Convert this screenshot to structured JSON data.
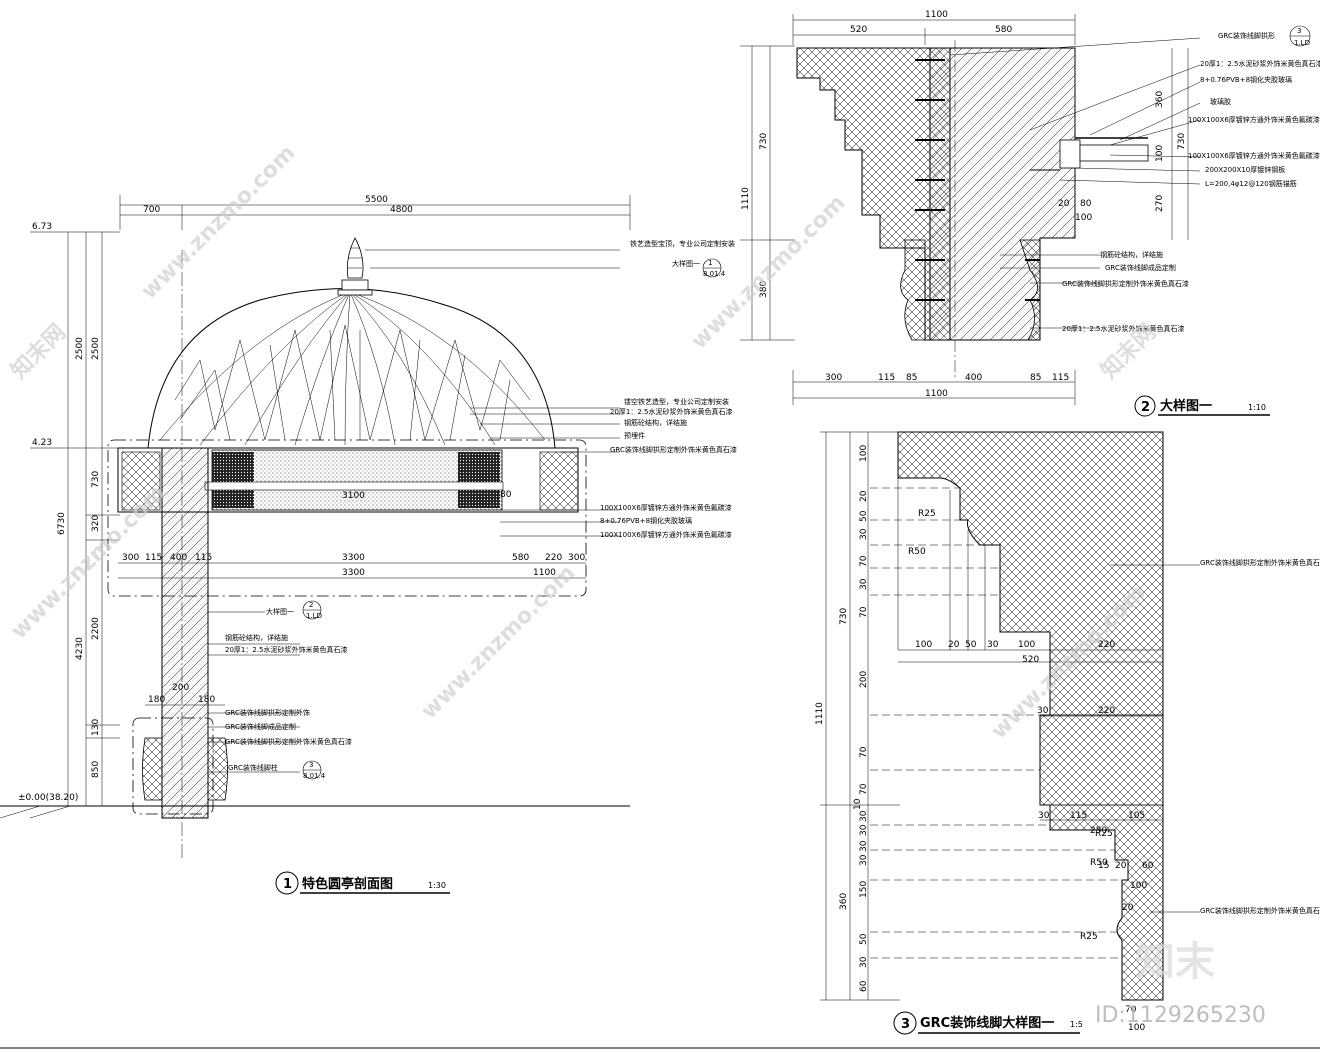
{
  "watermark": {
    "site": "www.znzmo.com",
    "brand": "知末",
    "brand_long": "知末网",
    "id": "ID:1129265230"
  },
  "drawing1": {
    "number": "1",
    "title": "特色圆亭剖面图",
    "scale": "1:30",
    "top_dims": {
      "total": "5500",
      "left": "700",
      "right": "4800"
    },
    "elevations": {
      "top": "6.73",
      "cornice": "4.23",
      "ground": "±0.00(38.20)"
    },
    "left_dims": {
      "total": "6730",
      "dome": "2500",
      "dome2": "2500",
      "beam": "730",
      "beam2": "320",
      "col": "4230",
      "col2": "2200",
      "base": "850",
      "base2": "130"
    },
    "bottom_dims": {
      "a": "300",
      "b": "115",
      "c": "400",
      "d": "115",
      "mid": "3300",
      "e": "580",
      "f": "220",
      "g": "300",
      "total": "3300",
      "right": "1100"
    },
    "inner_dims": {
      "span": "3100",
      "r1": "80",
      "col_a": "180",
      "col_b": "200",
      "col_c": "180"
    },
    "notes": [
      "铁艺造型宝顶，专业公司定制安装",
      "大样图一",
      "镂空铁艺造型，专业公司定制安装",
      "20厚1：2.5水泥砂浆外饰米黄色真石漆",
      "钢筋砼结构，详结施",
      "预埋件",
      "GRC装饰线脚拱形定制外饰米黄色真石漆",
      "100X100X6厚镀锌方通外饰米黄色氟碳漆",
      "8+0.76PVB+8钢化夹胶玻璃",
      "100X100X6厚镀锌方通外饰米黄色氟碳漆"
    ],
    "callout_top": "8.01.4",
    "callout_mid": "大样图一",
    "notes_col": [
      "钢筋砼结构，详结施",
      "20厚1：2.5水泥砂浆外饰米黄色真石漆",
      "GRC装饰线脚拱形定制外饰",
      "GRC装饰线脚成品定制",
      "GRC装饰线脚拱形定制外饰米黄色真石漆",
      "GRC装饰线脚柱"
    ],
    "callout_base": "8.01.4"
  },
  "drawing2": {
    "number": "2",
    "title": "大样图一",
    "scale": "1:10",
    "top_dims": {
      "total": "1100",
      "a": "520",
      "b": "580"
    },
    "left_dims": {
      "total": "1110",
      "upper": "730",
      "lower": "380"
    },
    "right_dims": {
      "a": "360",
      "b": "730",
      "c": "100",
      "d": "270"
    },
    "bottom_dims": {
      "a": "300",
      "b": "115",
      "c": "85",
      "d": "400",
      "e": "85",
      "f": "115",
      "total": "1100"
    },
    "inner": {
      "a": "20",
      "b": "80",
      "c": "100"
    },
    "notes": [
      "GRC装饰线脚拱形",
      "20厚1：2.5水泥砂浆外饰米黄色真石漆",
      "8+0.76PVB+8钢化夹胶玻璃",
      "玻璃胶",
      "100X100X6厚镀锌方通外饰米黄色氟碳漆",
      "100X100X6厚镀锌方通外饰米黄色氟碳漆",
      "200X200X10厚镀锌钢板",
      "L=200,4φ12@120钢筋锚筋",
      "钢筋砼结构，详结施",
      "GRC装饰线脚成品定制",
      "GRC装饰线脚拱形定制外饰米黄色真石漆",
      "20厚1：2.5水泥砂浆外饰米黄色真石漆"
    ],
    "callout": "3"
  },
  "drawing3": {
    "number": "3",
    "title": "GRC装饰线脚大样图一",
    "scale": "1:5",
    "left_outer": {
      "total": "1110",
      "upper": "730",
      "lower": "360"
    },
    "left_dims": [
      "100",
      "20",
      "50",
      "30",
      "70",
      "30",
      "70",
      "200",
      "70",
      "70",
      "10",
      "30",
      "30",
      "30",
      "30",
      "150",
      "50",
      "30",
      "60"
    ],
    "radii": [
      "R25",
      "R50",
      "R25",
      "R25",
      "R50"
    ],
    "h_dims_upper": [
      "100",
      "20",
      "50",
      "30",
      "100",
      "220"
    ],
    "upper_total": "520",
    "h_dims_mid": [
      "30",
      "220"
    ],
    "h_dims_lower": [
      "30",
      "115",
      "105",
      "250",
      "15",
      "20",
      "60",
      "100",
      "20",
      "100",
      "70"
    ],
    "notes": [
      "GRC装饰线脚拱形定制外饰米黄色真石漆",
      "GRC装饰线脚拱形定制外饰米黄色真石漆"
    ]
  }
}
